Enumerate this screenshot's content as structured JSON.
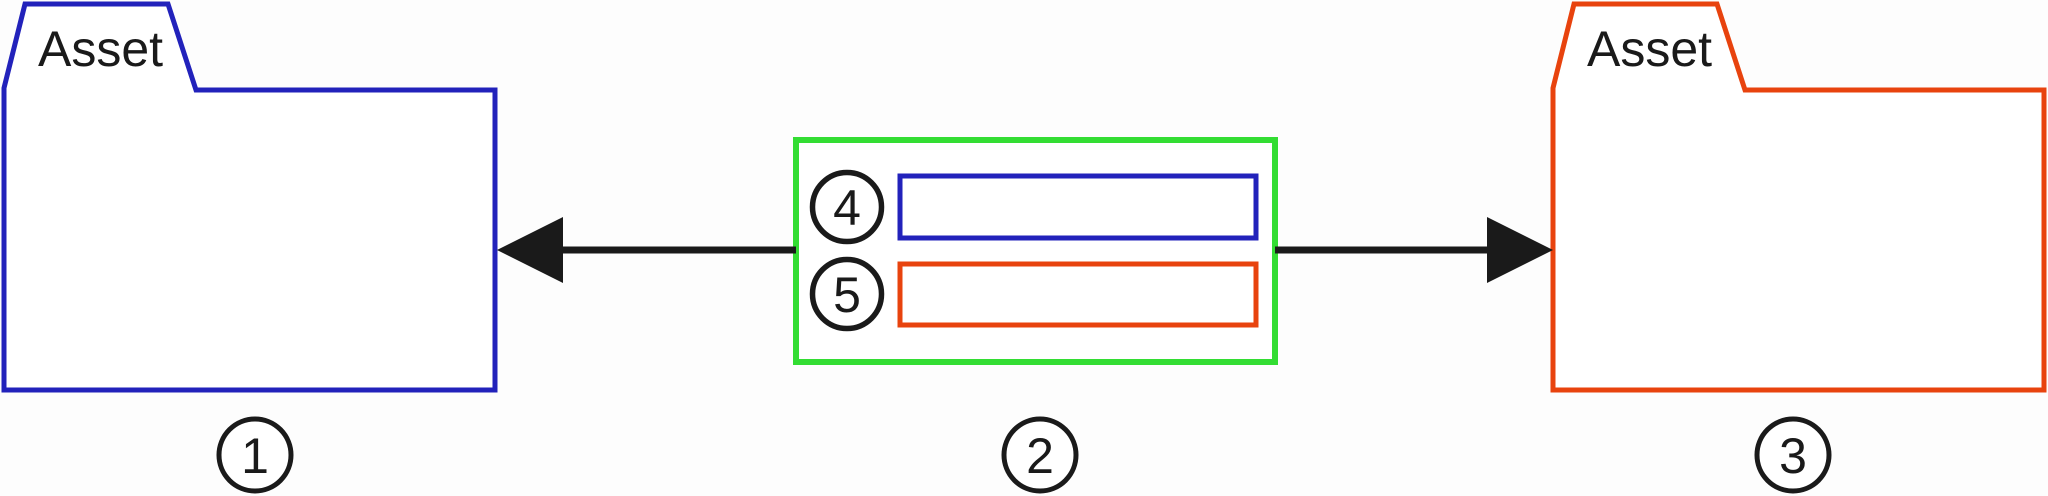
{
  "figure": {
    "background": "#fdfdfd",
    "ink_color": "#1a1a1a",
    "source_folder": {
      "icon": "folder-icon",
      "title": "Asset",
      "badge": "1",
      "color": "#2222bb"
    },
    "mapping_box": {
      "badge": "2",
      "color": "#33dd33",
      "rows": [
        {
          "badge": "4",
          "color": "#2222bb"
        },
        {
          "badge": "5",
          "color": "#e8430e"
        }
      ]
    },
    "target_folder": {
      "icon": "folder-icon",
      "title": "Asset",
      "badge": "3",
      "color": "#e8430e"
    },
    "arrows": {
      "left": "arrow-left-icon",
      "right": "arrow-right-icon",
      "color": "#1a1a1a"
    }
  }
}
